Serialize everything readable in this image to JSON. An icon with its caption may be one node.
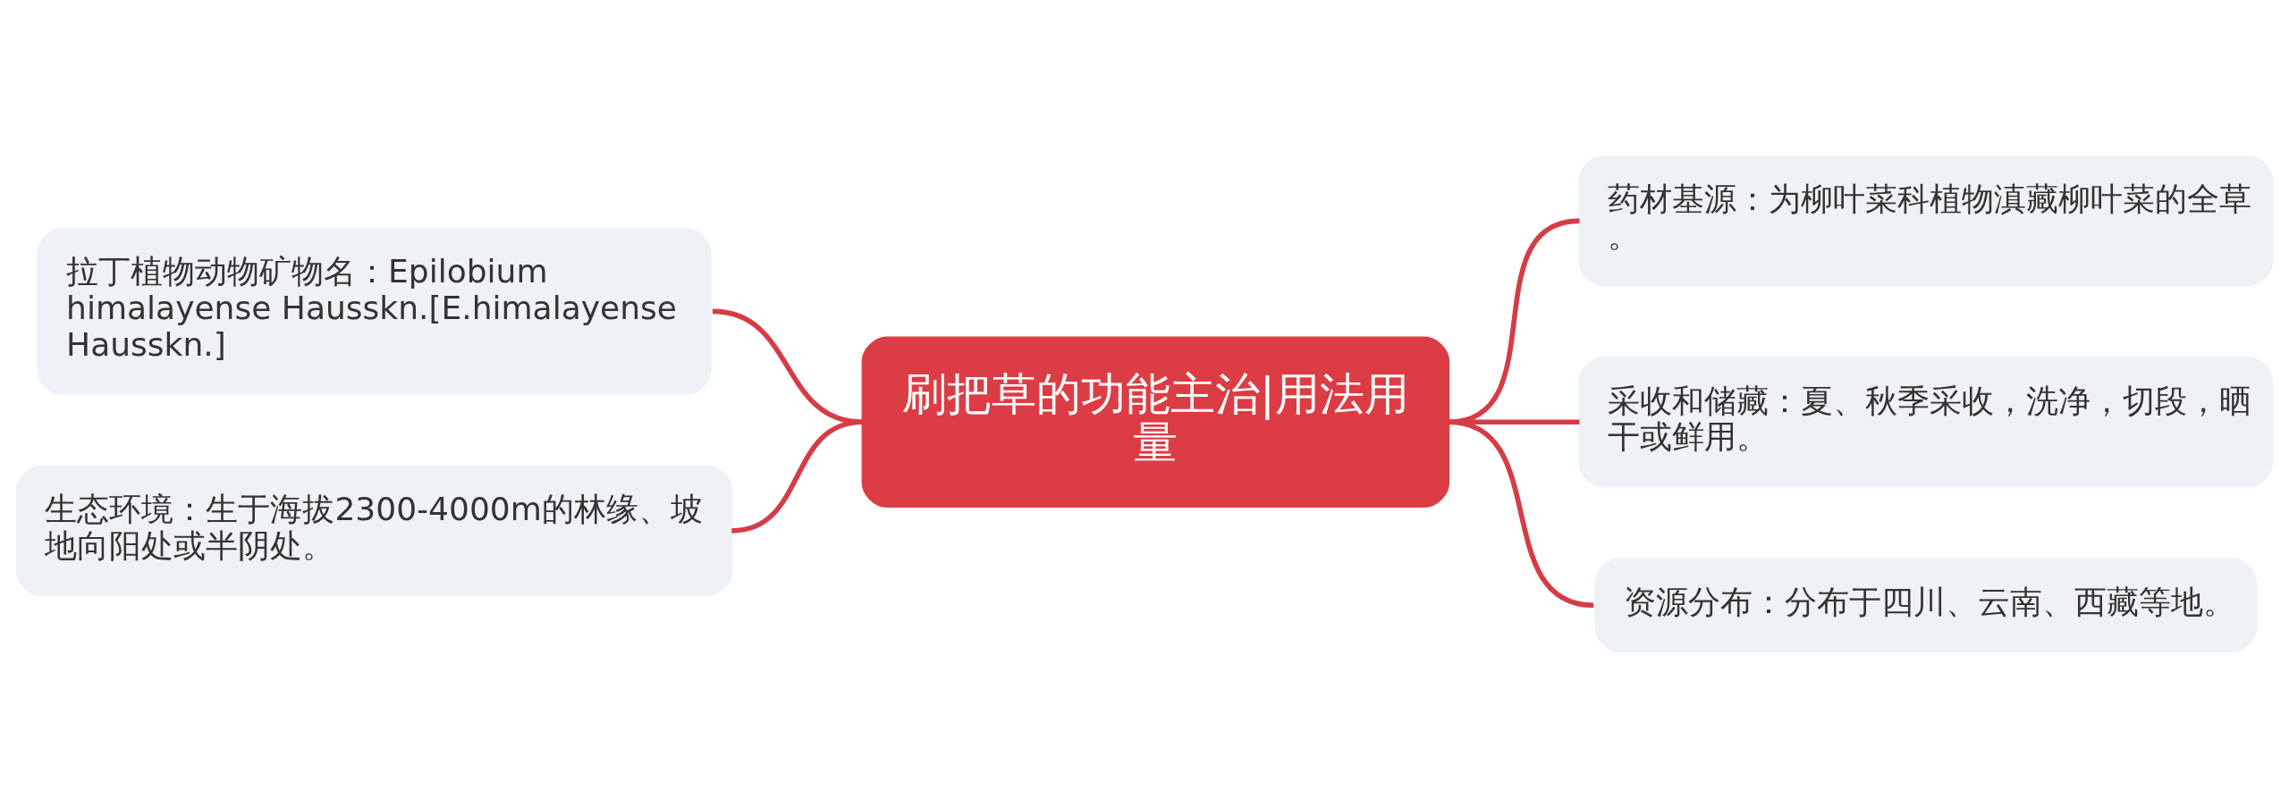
{
  "diagram": {
    "nodes": [
      {
        "text": [
          "刷把草的功能主治|用法用量"
        ]
      },
      {
        "text": [
          "拉丁植物动物矿物名：Epilobium himalayense Hausskn.[E.himalayense Hausskn.]"
        ]
      },
      {
        "text": [
          "生态环境：生于海拔2300-4000m的林缘、坡地向阳处或半阴处。"
        ]
      },
      {
        "text": [
          "药材基源：为柳叶菜科植物滇藏柳叶菜的全草。"
        ]
      },
      {
        "text": [
          "采收和储藏：夏、秋季采收，洗净，切段，晒干或鲜用。"
        ]
      },
      {
        "text": [
          "资源分布：分布于四川、云南、西藏等地。"
        ]
      }
    ],
    "edges": [
      {
        "from": 1,
        "to": 0,
        "arrow": "none"
      },
      {
        "from": 2,
        "to": 0,
        "arrow": "none"
      },
      {
        "from": 0,
        "to": 3,
        "arrow": "none"
      },
      {
        "from": 0,
        "to": 4,
        "arrow": "none"
      },
      {
        "from": 0,
        "to": 5,
        "arrow": "none"
      }
    ]
  }
}
